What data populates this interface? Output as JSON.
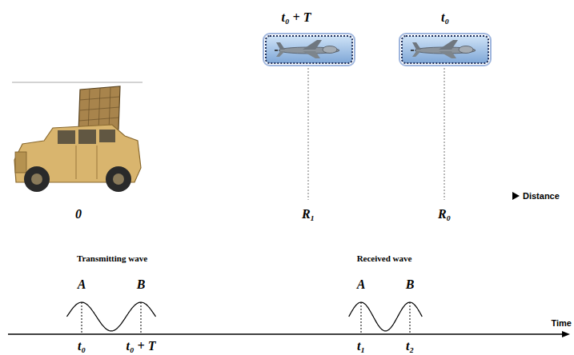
{
  "diagram": {
    "labels": [
      "t₀ + T",
      "t₀",
      "0",
      "R₁",
      "R₀",
      "Distance",
      "Transmitting wave",
      "A",
      "B",
      "Received wave",
      "A",
      "B",
      "t₀",
      "t₀ + T",
      "t₁",
      "t₂",
      "Time"
    ]
  }
}
